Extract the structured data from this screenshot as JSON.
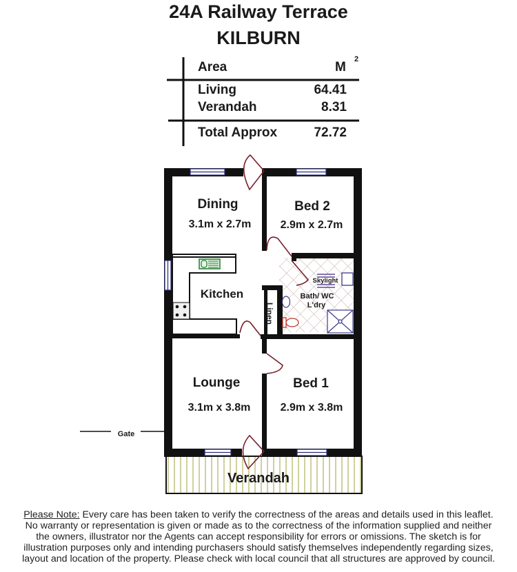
{
  "header": {
    "address": "24A Railway Terrace",
    "suburb": "KILBURN"
  },
  "area_table": {
    "header_label": "Area",
    "unit": "M",
    "unit_superscript": "2",
    "rows": [
      {
        "label": "Living",
        "value": "64.41"
      },
      {
        "label": "Verandah",
        "value": "8.31"
      }
    ],
    "total": {
      "label": "Total Approx",
      "value": "72.72"
    }
  },
  "rooms": {
    "dining": {
      "name": "Dining",
      "size": "3.1m x 2.7m"
    },
    "bed2": {
      "name": "Bed 2",
      "size": "2.9m x 2.7m"
    },
    "kitchen": {
      "name": "Kitchen"
    },
    "linen": {
      "name": "Linen"
    },
    "bath": {
      "name": "Bath/ WC",
      "name2": "L'dry",
      "skylight": "Skylight"
    },
    "lounge": {
      "name": "Lounge",
      "size": "3.1m x 3.8m"
    },
    "bed1": {
      "name": "Bed 1",
      "size": "2.9m x 3.8m"
    },
    "verandah": {
      "name": "Verandah"
    },
    "gate": "Gate"
  },
  "colors": {
    "wall": "#111111",
    "door": "#7a1f2b",
    "window": "#2a2a7a",
    "sink": "#1f7a2f",
    "toilet": "#c0392b",
    "tile": "#c9a9a9",
    "verandah_hatch": "#b8b86a"
  },
  "disclaimer": {
    "heading": "Please Note:",
    "lines": [
      " Every care has been taken to verify the correctness of the areas and details used in this  leaflet.",
      "No warranty or  representation is  given or made as to the correctness of the information supplied and   neither",
      "the  owners,  illustrator nor the  Agents can  accept  responsibility  for  errors or  omissions.  The  sketch is  for",
      "illustration  purposes  only and  intending purchasers should satisfy themselves independently regarding  sizes,",
      "layout  and  location of the property. Please check  with local council that all structures are approved by council."
    ]
  }
}
